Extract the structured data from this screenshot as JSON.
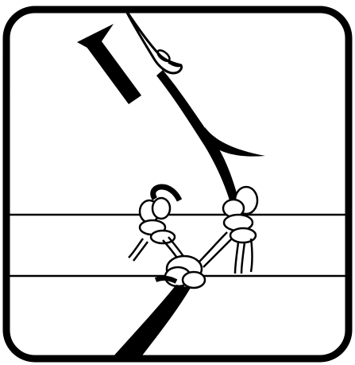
{
  "figure": {
    "kind": "pictogram",
    "depicts": [
      "frame",
      "arrow-up-left",
      "tool-hook",
      "leader-line",
      "upper-rail",
      "lower-rail",
      "knot-left",
      "knot-right",
      "knot-bottom",
      "rope-strands"
    ],
    "colors": {
      "background": "#ffffff",
      "ink": "#000000"
    }
  }
}
